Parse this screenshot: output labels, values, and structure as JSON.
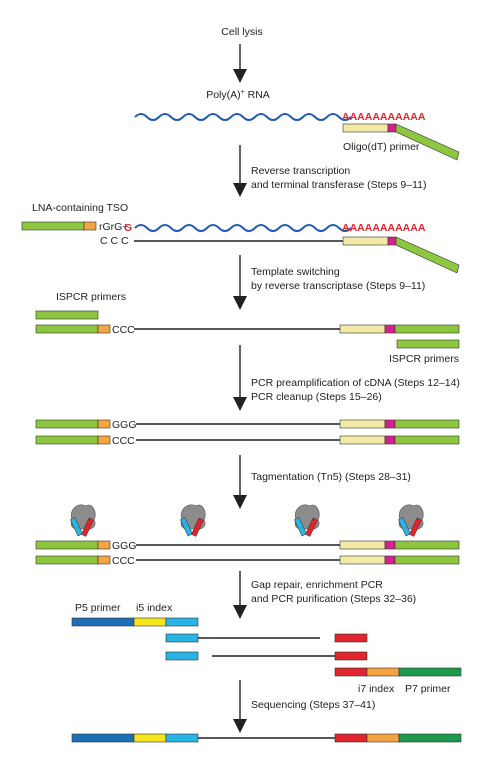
{
  "labels": {
    "cell_lysis": "Cell lysis",
    "polya_rna": "Poly(A)",
    "polya_sup": "+",
    "polya_rna_suffix": " RNA",
    "polya_tail": "AAAAAAAAAAA",
    "oligo_dt": "Oligo(dT) primer",
    "step1_line1": "Reverse transcription",
    "step1_line2": "and terminal transferase (Steps 9–11)",
    "lna_tso": "LNA-containing TSO",
    "rg_small": "rGrG+",
    "g_red": "G",
    "ccc_spaced": "C C C",
    "step2_line1": "Template switching",
    "step2_line2": "by reverse transcriptase (Steps 9–11)",
    "ispcr_primers_top": "ISPCR primers",
    "ccc": "CCC",
    "ispcr_primers_bottom": "ISPCR primers",
    "step3_line1": "PCR preamplification of cDNA (Steps 12–14)",
    "step3_line2": "PCR cleanup (Steps 15–26)",
    "ggg": "GGG",
    "step4": "Tagmentation (Tn5) (Steps 28–31)",
    "step5_line1": "Gap repair, enrichment PCR",
    "step5_line2": "and PCR purification (Steps 32–36)",
    "p5_primer": "P5 primer",
    "i5_index": "i5 index",
    "i7_index": "i7 index",
    "p7_primer": "P7 primer",
    "step6": "Sequencing (Steps 37–41)"
  },
  "colors": {
    "green": "#8dc63f",
    "pale_yellow": "#f2eaa6",
    "magenta": "#d6208e",
    "orange": "#f4a542",
    "rna_blue": "#1f5bb5",
    "red": "#e0252e",
    "dark_blue": "#1c6fb4",
    "yellow": "#f5e61c",
    "cyan": "#29b4e6",
    "dark_green": "#1c9a4b",
    "gray": "#8c8c8c"
  }
}
